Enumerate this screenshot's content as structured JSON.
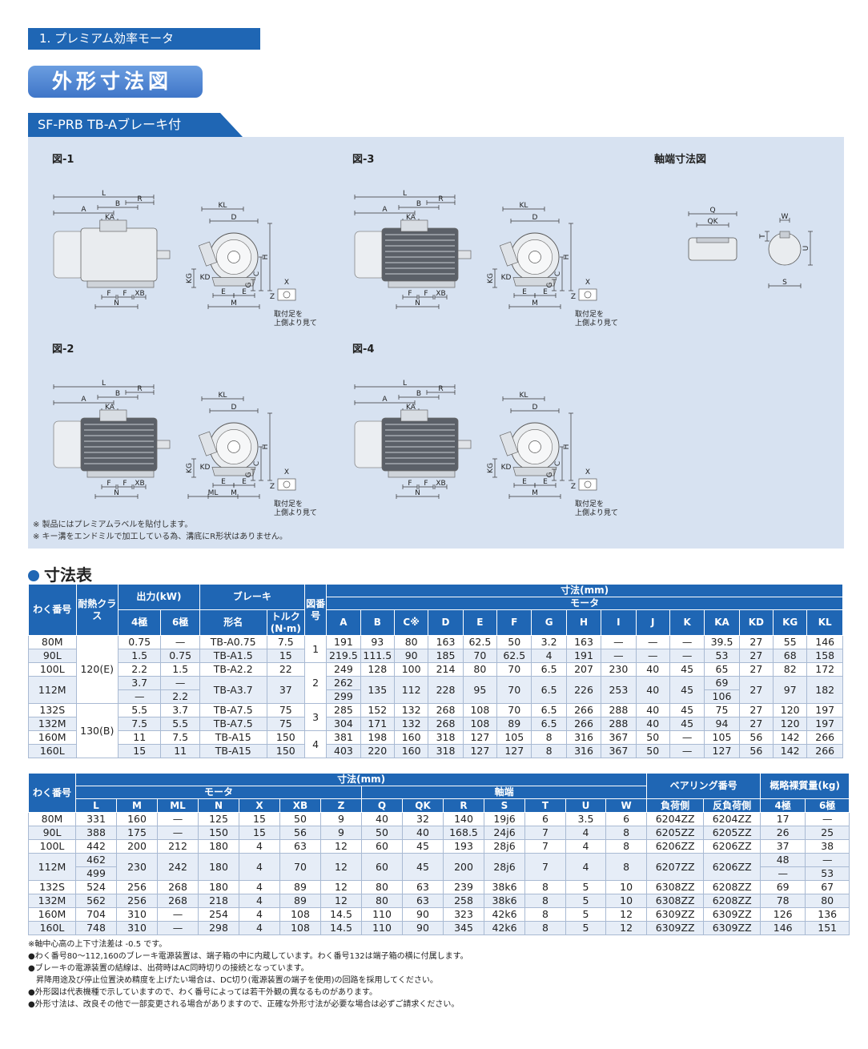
{
  "header": {
    "section": "1. プレミアム効率モータ",
    "title": "外形寸法図",
    "model": "SF-PRB  TB-Aブレーキ付"
  },
  "figures": {
    "fig1": "図-1",
    "fig2": "図-2",
    "fig3": "図-3",
    "fig4": "図-4",
    "shaft": "軸端寸法図",
    "mount_note_1": "取付足を",
    "mount_note_2": "上側より見て",
    "dims": {
      "L": "L",
      "A": "A",
      "B": "B",
      "R": "R",
      "KA": "KA",
      "KL": "KL",
      "D": "D",
      "H": "H",
      "C": "C",
      "G": "G",
      "KG": "KG",
      "KD": "KD",
      "E": "E",
      "M": "M",
      "ML": "ML",
      "F": "F",
      "N": "N",
      "XB": "XB",
      "X": "X",
      "Z": "Z",
      "Q": "Q",
      "QK": "QK",
      "W": "W",
      "T": "T",
      "U": "U",
      "S": "S"
    },
    "notes": [
      "※ 製品にはプレミアムラベルを貼付します。",
      "※ キー溝をエンドミルで加工している為、溝底にR形状はありません。"
    ]
  },
  "table_title": "寸法表",
  "table1": {
    "h": {
      "frame": "わく番号",
      "insul": "耐熱クラス",
      "output": "出力(kW)",
      "brake": "ブレーキ",
      "fig": "図番号",
      "dims": "寸法(mm)",
      "motor": "モータ",
      "p4": "4極",
      "p6": "6極",
      "bname": "形名",
      "torque": "トルク(N·m)"
    },
    "cols": [
      "A",
      "B",
      "C※",
      "D",
      "E",
      "F",
      "G",
      "H",
      "I",
      "J",
      "K",
      "KA",
      "KD",
      "KG",
      "KL"
    ],
    "insul": [
      "120(E)",
      "130(B)"
    ],
    "rows": [
      [
        "80M",
        "0.75",
        "—",
        "TB-A0.75",
        "7.5",
        "191",
        "93",
        "80",
        "163",
        "62.5",
        "50",
        "3.2",
        "163",
        "—",
        "—",
        "—",
        "39.5",
        "27",
        "55",
        "146"
      ],
      [
        "90L",
        "1.5",
        "0.75",
        "TB-A1.5",
        "15",
        "219.5",
        "111.5",
        "90",
        "185",
        "70",
        "62.5",
        "4",
        "191",
        "—",
        "—",
        "—",
        "53",
        "27",
        "68",
        "158"
      ],
      [
        "100L",
        "2.2",
        "1.5",
        "TB-A2.2",
        "22",
        "249",
        "128",
        "100",
        "214",
        "80",
        "70",
        "6.5",
        "207",
        "230",
        "40",
        "45",
        "65",
        "27",
        "82",
        "172"
      ],
      [
        "112M",
        "3.7",
        "—",
        "TB-A3.7",
        "37",
        "262",
        "135",
        "112",
        "228",
        "95",
        "70",
        "6.5",
        "226",
        "253",
        "40",
        "45",
        "69",
        "27",
        "97",
        "182"
      ],
      [
        "—",
        "2.2",
        "299",
        "106"
      ],
      [
        "132S",
        "5.5",
        "3.7",
        "TB-A7.5",
        "75",
        "285",
        "152",
        "132",
        "268",
        "108",
        "70",
        "6.5",
        "266",
        "288",
        "40",
        "45",
        "75",
        "27",
        "120",
        "197"
      ],
      [
        "132M",
        "7.5",
        "5.5",
        "TB-A7.5",
        "75",
        "304",
        "171",
        "132",
        "268",
        "108",
        "89",
        "6.5",
        "266",
        "288",
        "40",
        "45",
        "94",
        "27",
        "120",
        "197"
      ],
      [
        "160M",
        "11",
        "7.5",
        "TB-A15",
        "150",
        "381",
        "198",
        "160",
        "318",
        "127",
        "105",
        "8",
        "316",
        "367",
        "50",
        "—",
        "105",
        "56",
        "142",
        "266"
      ],
      [
        "160L",
        "15",
        "11",
        "TB-A15",
        "150",
        "403",
        "220",
        "160",
        "318",
        "127",
        "127",
        "8",
        "316",
        "367",
        "50",
        "—",
        "127",
        "56",
        "142",
        "266"
      ]
    ],
    "fignums": [
      "1",
      "2",
      "3",
      "4"
    ]
  },
  "table2": {
    "h": {
      "frame": "わく番号",
      "dims": "寸法(mm)",
      "motor": "モータ",
      "shaft": "軸端",
      "bearing": "ベアリング番号",
      "mass": "概略裸質量(kg)",
      "load": "負荷側",
      "antiload": "反負荷側",
      "p4": "4極",
      "p6": "6極"
    },
    "cols": [
      "L",
      "M",
      "ML",
      "N",
      "X",
      "XB",
      "Z",
      "Q",
      "QK",
      "R",
      "S",
      "T",
      "U",
      "W"
    ],
    "rows": [
      [
        "80M",
        "331",
        "160",
        "—",
        "125",
        "15",
        "50",
        "9",
        "40",
        "32",
        "140",
        "19j6",
        "6",
        "3.5",
        "6",
        "6204ZZ",
        "6204ZZ",
        "17",
        "—"
      ],
      [
        "90L",
        "388",
        "175",
        "—",
        "150",
        "15",
        "56",
        "9",
        "50",
        "40",
        "168.5",
        "24j6",
        "7",
        "4",
        "8",
        "6205ZZ",
        "6205ZZ",
        "26",
        "25"
      ],
      [
        "100L",
        "442",
        "200",
        "212",
        "180",
        "4",
        "63",
        "12",
        "60",
        "45",
        "193",
        "28j6",
        "7",
        "4",
        "8",
        "6206ZZ",
        "6206ZZ",
        "37",
        "38"
      ],
      [
        "112M",
        "462",
        "230",
        "242",
        "180",
        "4",
        "70",
        "12",
        "60",
        "45",
        "200",
        "28j6",
        "7",
        "4",
        "8",
        "6207ZZ",
        "6206ZZ",
        "48",
        "—"
      ],
      [
        "499",
        "—",
        "53"
      ],
      [
        "132S",
        "524",
        "256",
        "268",
        "180",
        "4",
        "89",
        "12",
        "80",
        "63",
        "239",
        "38k6",
        "8",
        "5",
        "10",
        "6308ZZ",
        "6208ZZ",
        "69",
        "67"
      ],
      [
        "132M",
        "562",
        "256",
        "268",
        "218",
        "4",
        "89",
        "12",
        "80",
        "63",
        "258",
        "38k6",
        "8",
        "5",
        "10",
        "6308ZZ",
        "6208ZZ",
        "78",
        "80"
      ],
      [
        "160M",
        "704",
        "310",
        "—",
        "254",
        "4",
        "108",
        "14.5",
        "110",
        "90",
        "323",
        "42k6",
        "8",
        "5",
        "12",
        "6309ZZ",
        "6309ZZ",
        "126",
        "136"
      ],
      [
        "160L",
        "748",
        "310",
        "—",
        "298",
        "4",
        "108",
        "14.5",
        "110",
        "90",
        "345",
        "42k6",
        "8",
        "5",
        "12",
        "6309ZZ",
        "6309ZZ",
        "146",
        "151"
      ]
    ]
  },
  "footnotes": [
    "※軸中心高の上下寸法差は -0.5 です。",
    "●わく番号80～112,160のブレーキ電源装置は、端子箱の中に内蔵しています。わく番号132は端子箱の横に付属します。",
    "●ブレーキの電源装置の結線は、出荷時はAC同時切りの接続となっています。",
    "　昇降用途及び停止位置決め精度を上げたい場合は、DC切り(電源装置の端子を使用)の回路を採用してください。",
    "●外形図は代表機種で示していますので、わく番号によっては若干外観の異なるものがあります。",
    "●外形寸法は、改良その他で一部変更される場合がありますので、正確な外形寸法が必要な場合は必ずご請求ください。"
  ]
}
